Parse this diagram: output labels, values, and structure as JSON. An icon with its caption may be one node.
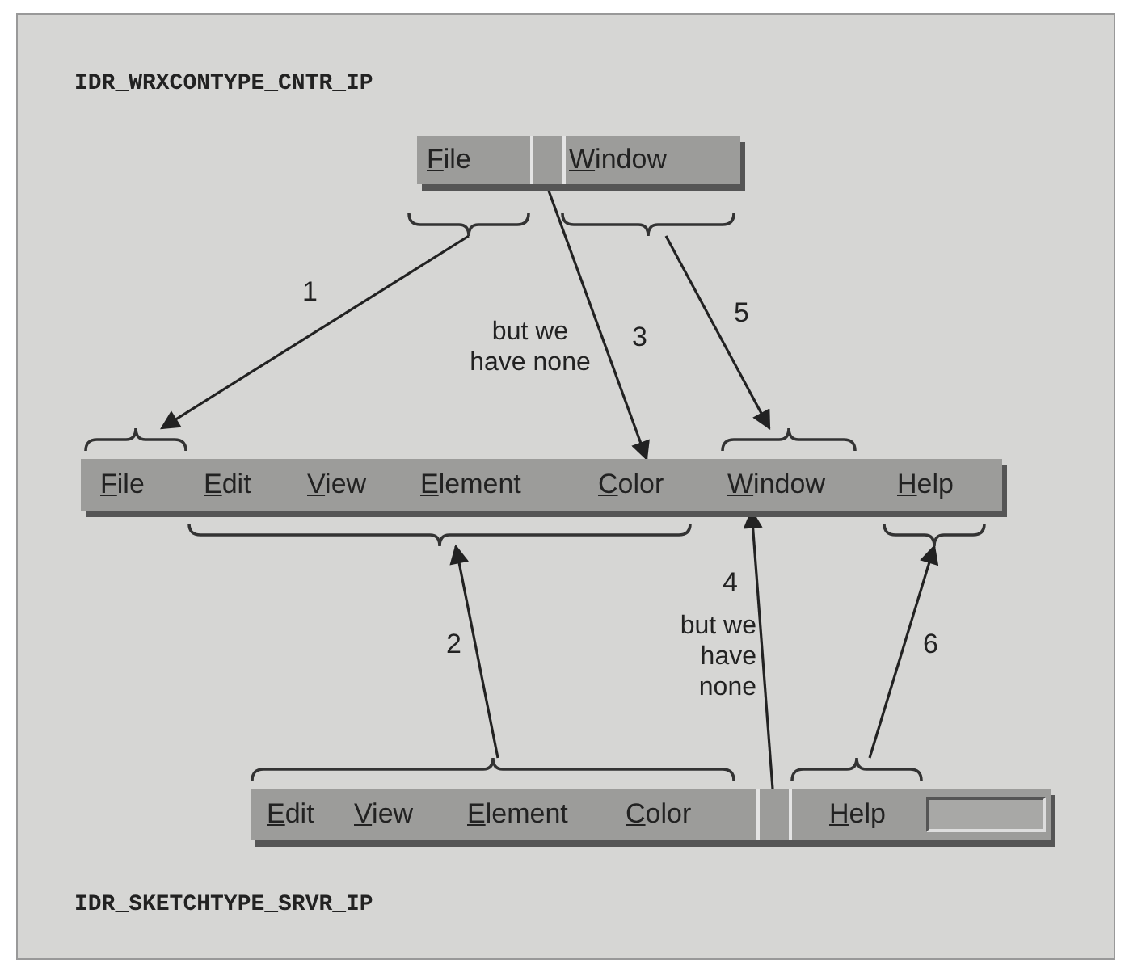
{
  "diagram": {
    "nodes": [
      {
        "text": [
          "File",
          "Window"
        ]
      },
      {
        "text": [],
        "shape": "brace"
      },
      {
        "text": [],
        "shape": "brace"
      },
      {
        "text": [
          "File",
          "Edit",
          "View",
          "Element",
          "Color",
          "Window",
          "Help"
        ]
      },
      {
        "text": [],
        "shape": "brace"
      },
      {
        "text": [],
        "shape": "brace"
      },
      {
        "text": [],
        "shape": "brace"
      },
      {
        "text": [],
        "shape": "brace"
      },
      {
        "text": [
          "Edit",
          "View",
          "Element",
          "Color",
          "Help"
        ]
      },
      {
        "text": [],
        "shape": "brace"
      },
      {
        "text": [],
        "shape": "brace"
      }
    ],
    "edges": [
      {
        "from": 1,
        "to": 4,
        "arrow": "to",
        "label": "1"
      },
      {
        "from": 0,
        "to": 3,
        "arrow": "to",
        "label": "3"
      },
      {
        "from": 2,
        "to": 5,
        "arrow": "to",
        "label": "5"
      },
      {
        "from": 9,
        "to": 6,
        "arrow": "to",
        "label": "2"
      },
      {
        "from": 8,
        "to": 3,
        "arrow": "to",
        "label": "4"
      },
      {
        "from": 10,
        "to": 7,
        "arrow": "to",
        "label": "6"
      }
    ],
    "labels": [
      "IDR_WRXCONTYPE_CNTR_IP",
      "but we have none",
      "but we have none",
      "IDR_SKETCHTYPE_SRVR_IP"
    ]
  }
}
